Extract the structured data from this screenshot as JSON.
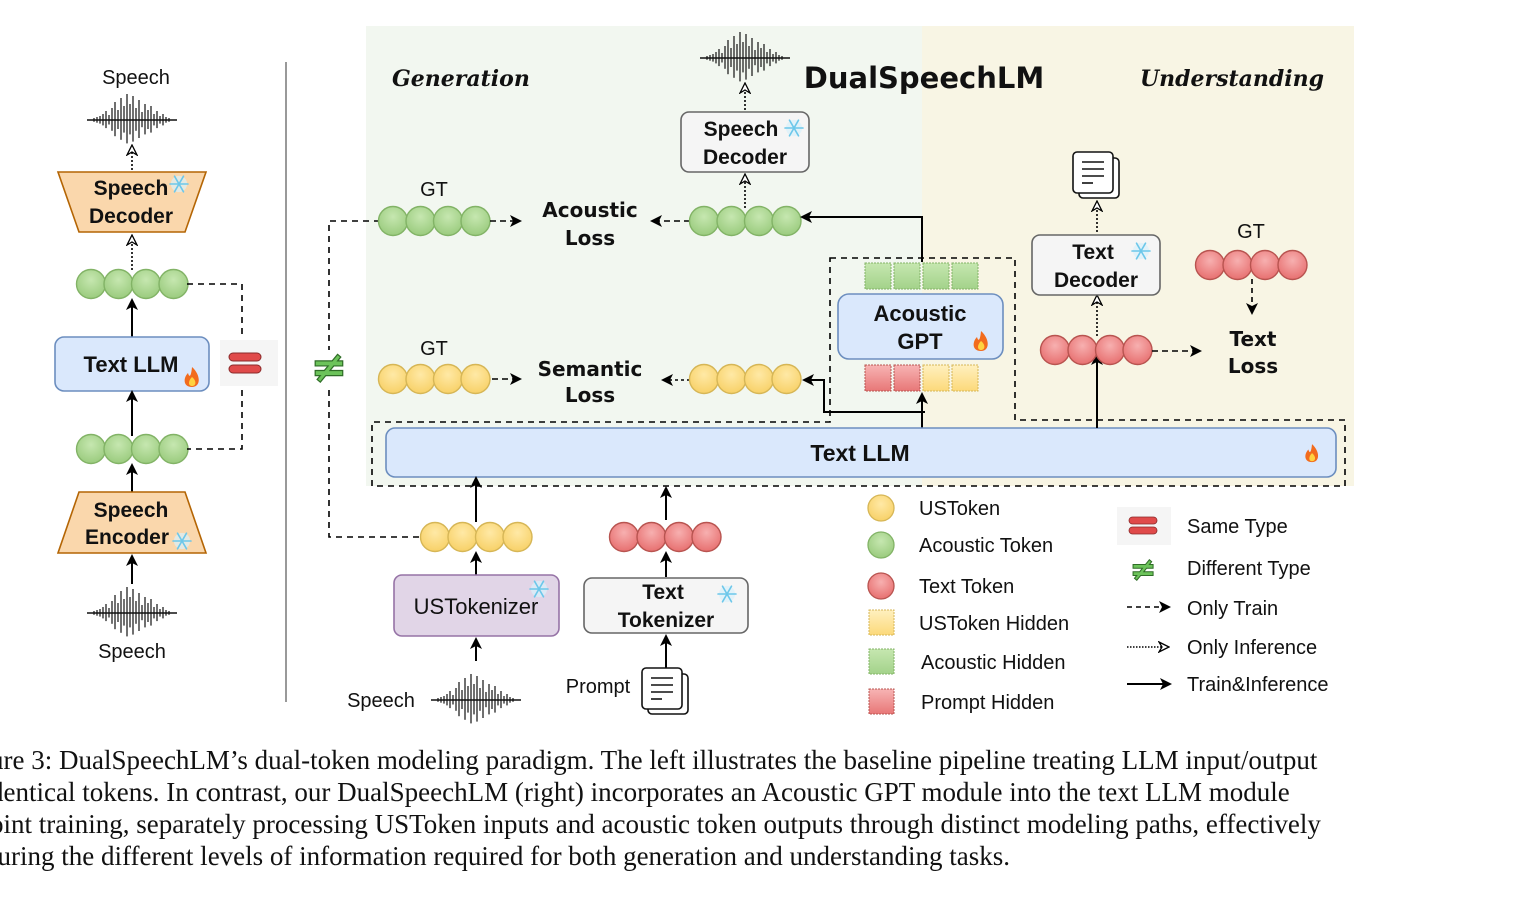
{
  "baseline": {
    "speech_top_label": "Speech",
    "speech_bottom_label": "Speech",
    "speech_decoder_label_1": "Speech",
    "speech_decoder_label_2": "Decoder",
    "speech_encoder_label_1": "Speech",
    "speech_encoder_label_2": "Encoder",
    "text_llm_label": "Text LLM",
    "relation_symbol": "same-type-icon"
  },
  "main": {
    "title": "DualSpeechLM",
    "generation_label": "Generation",
    "understanding_label": "Understanding",
    "relation_symbol": "different-type-icon",
    "gt_acoustic_label": "GT",
    "gt_semantic_label": "GT",
    "gt_text_label": "GT",
    "acoustic_loss_1": "Acoustic",
    "acoustic_loss_2": "Loss",
    "semantic_loss_1": "Semantic",
    "semantic_loss_2": "Loss",
    "text_loss_1": "Text",
    "text_loss_2": "Loss",
    "speech_decoder_1": "Speech",
    "speech_decoder_2": "Decoder",
    "text_decoder_1": "Text",
    "text_decoder_2": "Decoder",
    "acoustic_gpt_1": "Acoustic",
    "acoustic_gpt_2": "GPT",
    "text_llm_label": "Text LLM",
    "ustokenizer_label": "USTokenizer",
    "text_tokenizer_1": "Text",
    "text_tokenizer_2": "Tokenizer",
    "speech_input_label": "Speech",
    "prompt_label": "Prompt"
  },
  "legend": {
    "tokens": [
      {
        "label": "USToken",
        "shape": "circle",
        "color": "#ffd866"
      },
      {
        "label": "Acoustic Token",
        "shape": "circle",
        "color": "#a9d18e"
      },
      {
        "label": "Text Token",
        "shape": "circle",
        "color": "#ee7b7b"
      },
      {
        "label": "USToken Hidden",
        "shape": "square",
        "color": "#ffe699"
      },
      {
        "label": "Acoustic Hidden",
        "shape": "square",
        "color": "#b5dba0"
      },
      {
        "label": "Prompt Hidden",
        "shape": "square",
        "color": "#f29a9a"
      }
    ],
    "relations": [
      {
        "label": "Same Type",
        "icon": "equals-icon"
      },
      {
        "label": "Different Type",
        "icon": "not-equal-icon"
      },
      {
        "label": "Only Train",
        "icon": "dashed-arrow-icon"
      },
      {
        "label": "Only Inference",
        "icon": "dotted-arrow-icon"
      },
      {
        "label": "Train&Inference",
        "icon": "solid-arrow-icon"
      }
    ]
  },
  "colors": {
    "generation_bg": "#f2f7f0",
    "understanding_bg": "#f8f5e4",
    "llm_fill": "#dae8fc",
    "llm_stroke": "#6c8ebf",
    "encoder_fill": "#fad7ac",
    "encoder_stroke": "#b46504",
    "ustokenizer_fill": "#e1d5e7",
    "ustokenizer_stroke": "#9673a6",
    "gray_box_fill": "#f5f5f5",
    "gray_box_stroke": "#666666"
  },
  "caption": {
    "lines": [
      "ure 3: DualSpeechLM’s dual-token modeling paradigm. The left illustrates the baseline pipeline treating LLM input/output",
      "dentical tokens. In contrast, our DualSpeechLM (right) incorporates an Acoustic GPT module into the text LLM module",
      "oint training, separately processing USToken inputs and acoustic token outputs through distinct modeling paths, effectively",
      "turing the different levels of information required for both generation and understanding tasks."
    ]
  }
}
